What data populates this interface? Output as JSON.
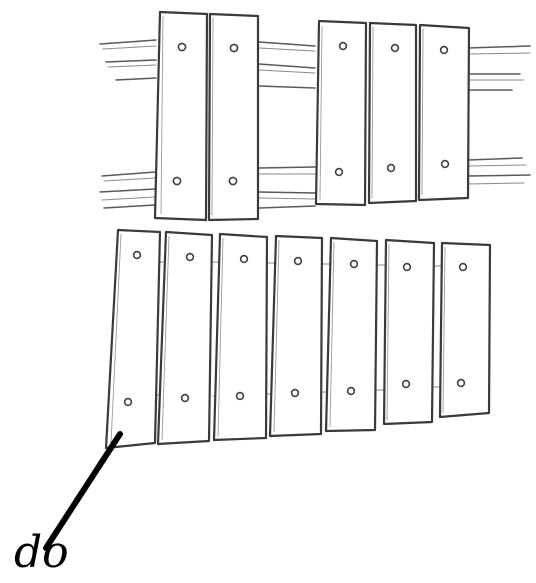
{
  "figure": {
    "note_label": "do",
    "rows": [
      {
        "name": "upper",
        "groups": [
          {
            "bar_count": 2
          },
          {
            "bar_count": 3
          }
        ]
      },
      {
        "name": "lower",
        "groups": [
          {
            "bar_count": 7
          }
        ]
      }
    ]
  }
}
